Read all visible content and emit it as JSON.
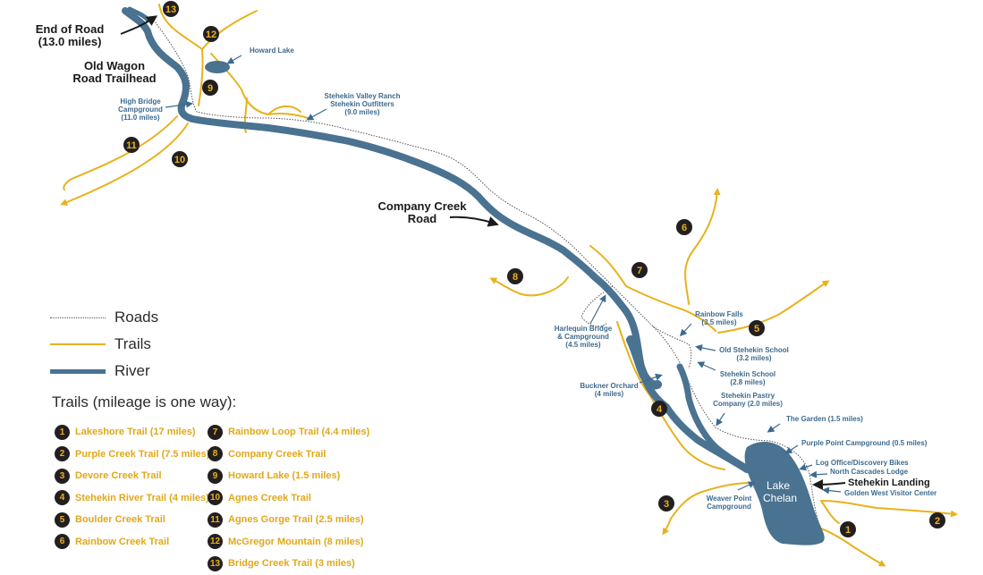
{
  "map": {
    "labels": {
      "end_of_road": [
        "End of Road",
        "(13.0 miles)"
      ],
      "old_wagon": [
        "Old Wagon",
        "Road Trailhead"
      ],
      "howard_lake": "Howard Lake",
      "high_bridge": [
        "High Bridge",
        "Campground",
        "(11.0 miles)"
      ],
      "ranch": [
        "Stehekin Valley Ranch",
        "Stehekin Outfitters",
        "(9.0 miles)"
      ],
      "company_creek": [
        "Company Creek",
        "Road"
      ],
      "rainbow_falls": [
        "Rainbow Falls",
        "(3.5 miles)"
      ],
      "harlequin": [
        "Harlequin Bridge",
        "& Campground",
        "(4.5 miles)"
      ],
      "old_school": [
        "Old Stehekin School",
        "(3.2 miles)"
      ],
      "school": [
        "Stehekin School",
        "(2.8 miles)"
      ],
      "buckner": [
        "Buckner Orchard",
        "(4 miles)"
      ],
      "pastry": [
        "Stehekin Pastry",
        "Company (2.0 miles)"
      ],
      "garden": "The Garden (1.5 miles)",
      "purple_point": "Purple Point Campground (0.5 miles)",
      "log_office": "Log Office/Discovery Bikes",
      "lodge": "North Cascades Lodge",
      "landing": "Stehekin Landing",
      "golden_west": "Golden West Visitor Center",
      "weaver": [
        "Weaver Point",
        "Campground"
      ],
      "lake": [
        "Lake",
        "Chelan"
      ]
    },
    "markers": [
      "13",
      "12",
      "9",
      "11",
      "10",
      "8",
      "6",
      "7",
      "5",
      "4",
      "3",
      "1",
      "2"
    ]
  },
  "legend": {
    "roads": "Roads",
    "trails": "Trails",
    "river": "River",
    "trails_title": "Trails (mileage is one way):",
    "colors": {
      "trail": "#e8b21c",
      "river": "#4a7291",
      "road": "#555555",
      "marker": "#231f20"
    }
  },
  "trail_list": [
    {
      "num": "1",
      "label": "Lakeshore Trail (17 miles)"
    },
    {
      "num": "2",
      "label": "Purple Creek Trail (7.5 miles)"
    },
    {
      "num": "3",
      "label": "Devore Creek Trail"
    },
    {
      "num": "4",
      "label": "Stehekin River Trail (4 miles)"
    },
    {
      "num": "5",
      "label": "Boulder Creek Trail"
    },
    {
      "num": "6",
      "label": "Rainbow Creek Trail"
    },
    {
      "num": "7",
      "label": "Rainbow Loop Trail (4.4 miles)"
    },
    {
      "num": "8",
      "label": "Company Creek Trail"
    },
    {
      "num": "9",
      "label": "Howard Lake (1.5 miles)"
    },
    {
      "num": "10",
      "label": "Agnes Creek Trail"
    },
    {
      "num": "11",
      "label": "Agnes Gorge Trail (2.5 miles)"
    },
    {
      "num": "12",
      "label": "McGregor Mountain (8 miles)"
    },
    {
      "num": "13",
      "label": "Bridge Creek Trail (3 miles)"
    }
  ]
}
